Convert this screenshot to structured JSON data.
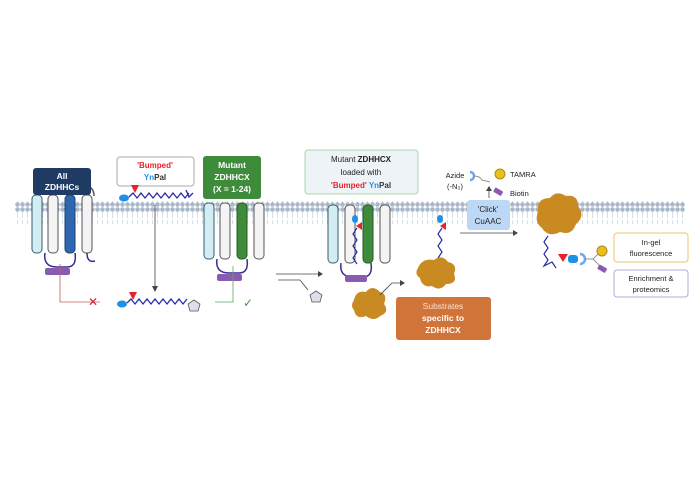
{
  "labels": {
    "all_zdhhcs_1": "All",
    "all_zdhhcs_2": "ZDHHCs",
    "bumped": "'Bumped'",
    "yn": "Yn",
    "pal": "Pal",
    "mutant_1": "Mutant",
    "mutant_2": "ZDHHCX",
    "mutant_3": "(X = 1-24)",
    "loaded_1a": "Mutant ",
    "loaded_1b": "ZDHHCX",
    "loaded_2": "loaded with",
    "loaded_3a": "'Bumped' ",
    "loaded_3b": "Yn",
    "loaded_3c": "Pal",
    "azide_1": "Azide",
    "azide_2": "(-N₃)",
    "tamra": "TAMRA",
    "biotin": "Biotin",
    "click_1": "'Click'",
    "click_2": "CuAAC",
    "substrates_1": "Substrates",
    "substrates_2": "specific to",
    "substrates_3": "ZDHHCX",
    "ingel_1": "In-gel",
    "ingel_2": "fluorescence",
    "enrich_1": "Enrichment &",
    "enrich_2": "proteomics",
    "no_mark": "✕",
    "yes_mark": "✓"
  },
  "colors": {
    "navy": "#1f3b63",
    "green": "#3f8b3c",
    "orange": "#d0743a",
    "blob": "#c98a22",
    "red": "#e8222a",
    "cyan": "#1e90e6",
    "chain": "#2a2aa8",
    "purple": "#8a5cb0",
    "membrane": "#aebfd0"
  }
}
